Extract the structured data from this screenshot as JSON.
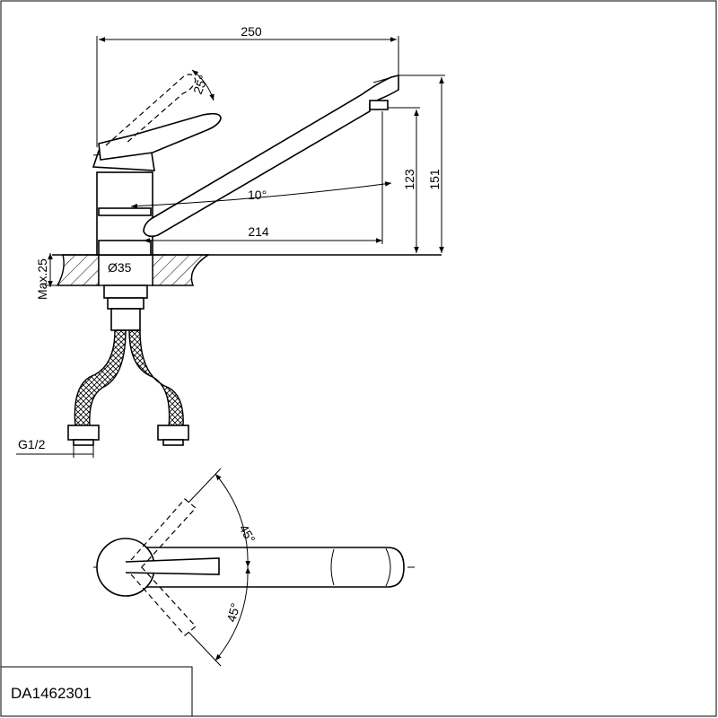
{
  "drawing": {
    "model_code": "DA1462301",
    "dimensions": {
      "total_length": "250",
      "reach": "214",
      "total_height": "151",
      "spout_height": "123",
      "lever_angle": "25°",
      "spout_angle": "10°",
      "hole_diameter": "Ø35",
      "max_deck": "Max.25",
      "thread": "G1/2",
      "swivel_left": "45°",
      "swivel_right": "45°"
    }
  }
}
